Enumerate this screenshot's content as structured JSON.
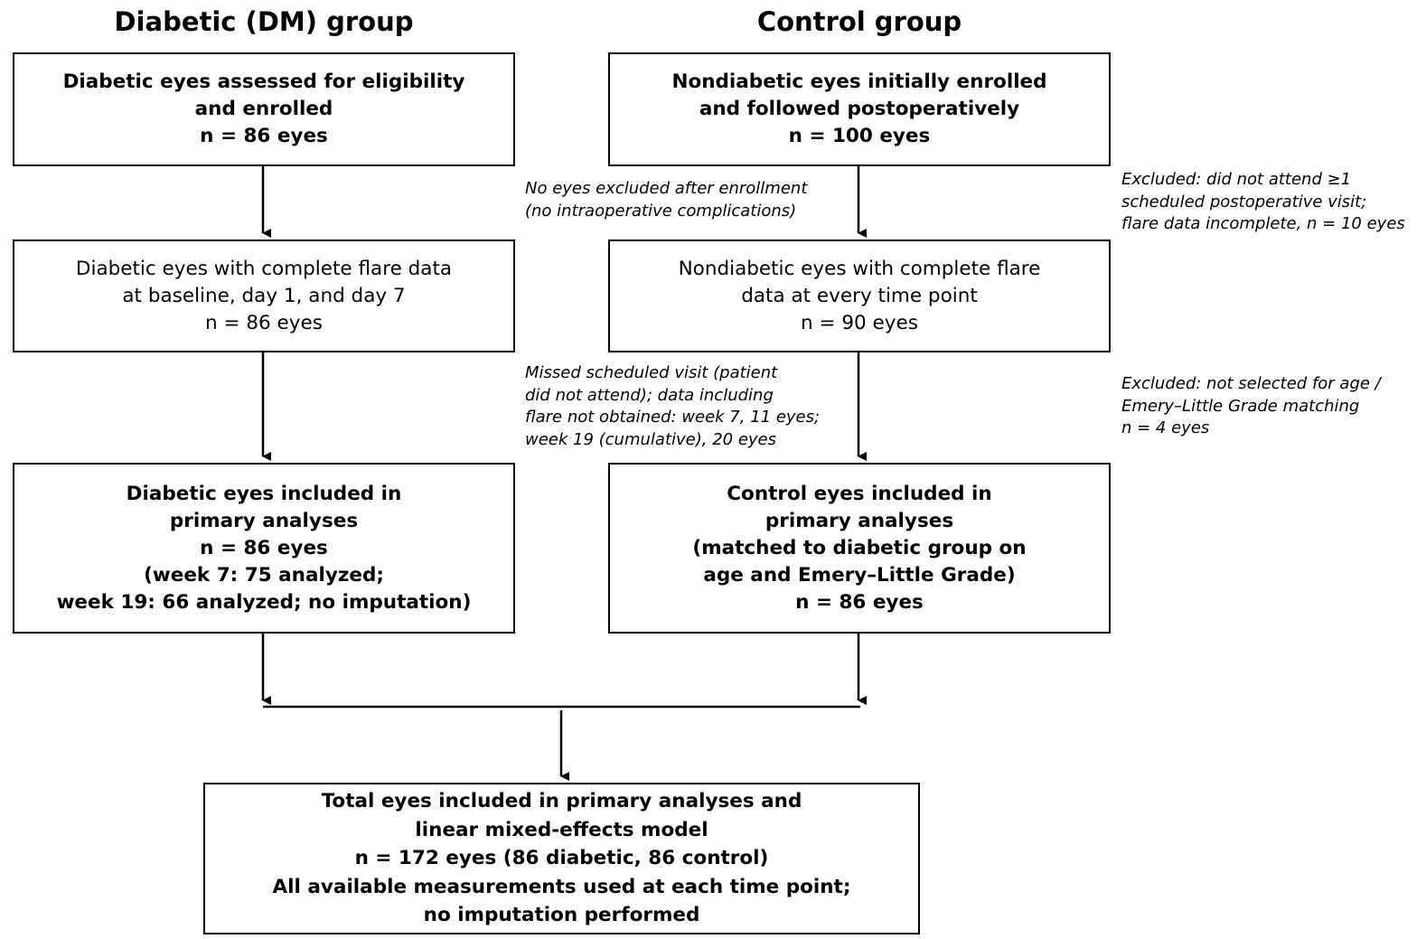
{
  "headers": {
    "left": "Diabetic (DM) group",
    "right": "Control group"
  },
  "boxes": {
    "dm_enrolled": [
      "Diabetic eyes assessed for eligibility",
      "and enrolled",
      "n = 86 eyes"
    ],
    "control_enrolled": [
      "Nondiabetic eyes initially enrolled",
      "and followed postoperatively",
      "n = 100 eyes"
    ],
    "dm_complete": [
      "Diabetic eyes with complete flare data",
      "at baseline, day 1, and day 7",
      "n = 86 eyes"
    ],
    "control_complete": [
      "Nondiabetic eyes with complete flare",
      "data at every time point",
      "n = 90 eyes"
    ],
    "dm_included": [
      "Diabetic eyes included in",
      "primary analyses",
      "n = 86 eyes",
      "(week 7: 75 analyzed;",
      "week 19: 66 analyzed; no imputation)"
    ],
    "control_included": [
      "Control eyes included in",
      "primary analyses",
      "(matched to diabetic group on",
      "age and Emery–Little Grade)",
      "n = 86 eyes"
    ],
    "total": [
      "Total eyes included in primary analyses and",
      "linear mixed-effects model",
      "n = 172 eyes (86 diabetic, 86 control)",
      "All available measurements used at each time point;",
      "no imputation performed"
    ]
  },
  "notes": {
    "dm_no_exclusion": [
      "No eyes excluded after enrollment",
      "(no intraoperative complications)"
    ],
    "control_excluded_visit": [
      "Excluded: did not attend ≥1",
      "scheduled postoperative visit;",
      "flare data incomplete, n = 10 eyes"
    ],
    "dm_missed_visit": [
      "Missed scheduled visit (patient",
      "did not attend); data including",
      "flare not obtained: week 7, 11 eyes;",
      "week 19 (cumulative), 20 eyes"
    ],
    "control_excluded_matching": [
      "Excluded: not selected for age /",
      "Emery–Little Grade matching",
      "n = 4 eyes"
    ]
  }
}
